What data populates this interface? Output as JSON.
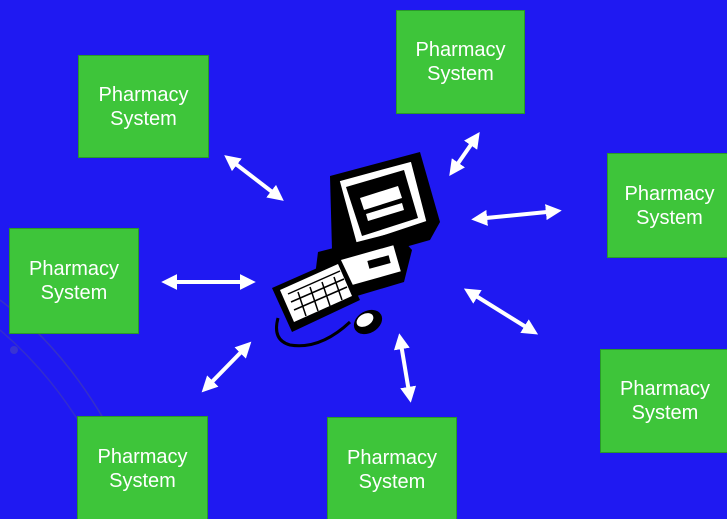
{
  "colors": {
    "background": "#1f19f2",
    "node_fill": "#3ec53a",
    "arrow": "#ffffff"
  },
  "icons": {
    "center": "computer-workstation-icon"
  },
  "nodes": [
    {
      "line1": "Pharmacy",
      "line2": "System"
    },
    {
      "line1": "Pharmacy",
      "line2": "System"
    },
    {
      "line1": "Pharmacy",
      "line2": "System"
    },
    {
      "line1": "Pharmacy",
      "line2": "System"
    },
    {
      "line1": "Pharmacy",
      "line2": "System"
    },
    {
      "line1": "Pharmacy",
      "line2": "System"
    },
    {
      "line1": "Pharmacy",
      "line2": "System"
    }
  ]
}
